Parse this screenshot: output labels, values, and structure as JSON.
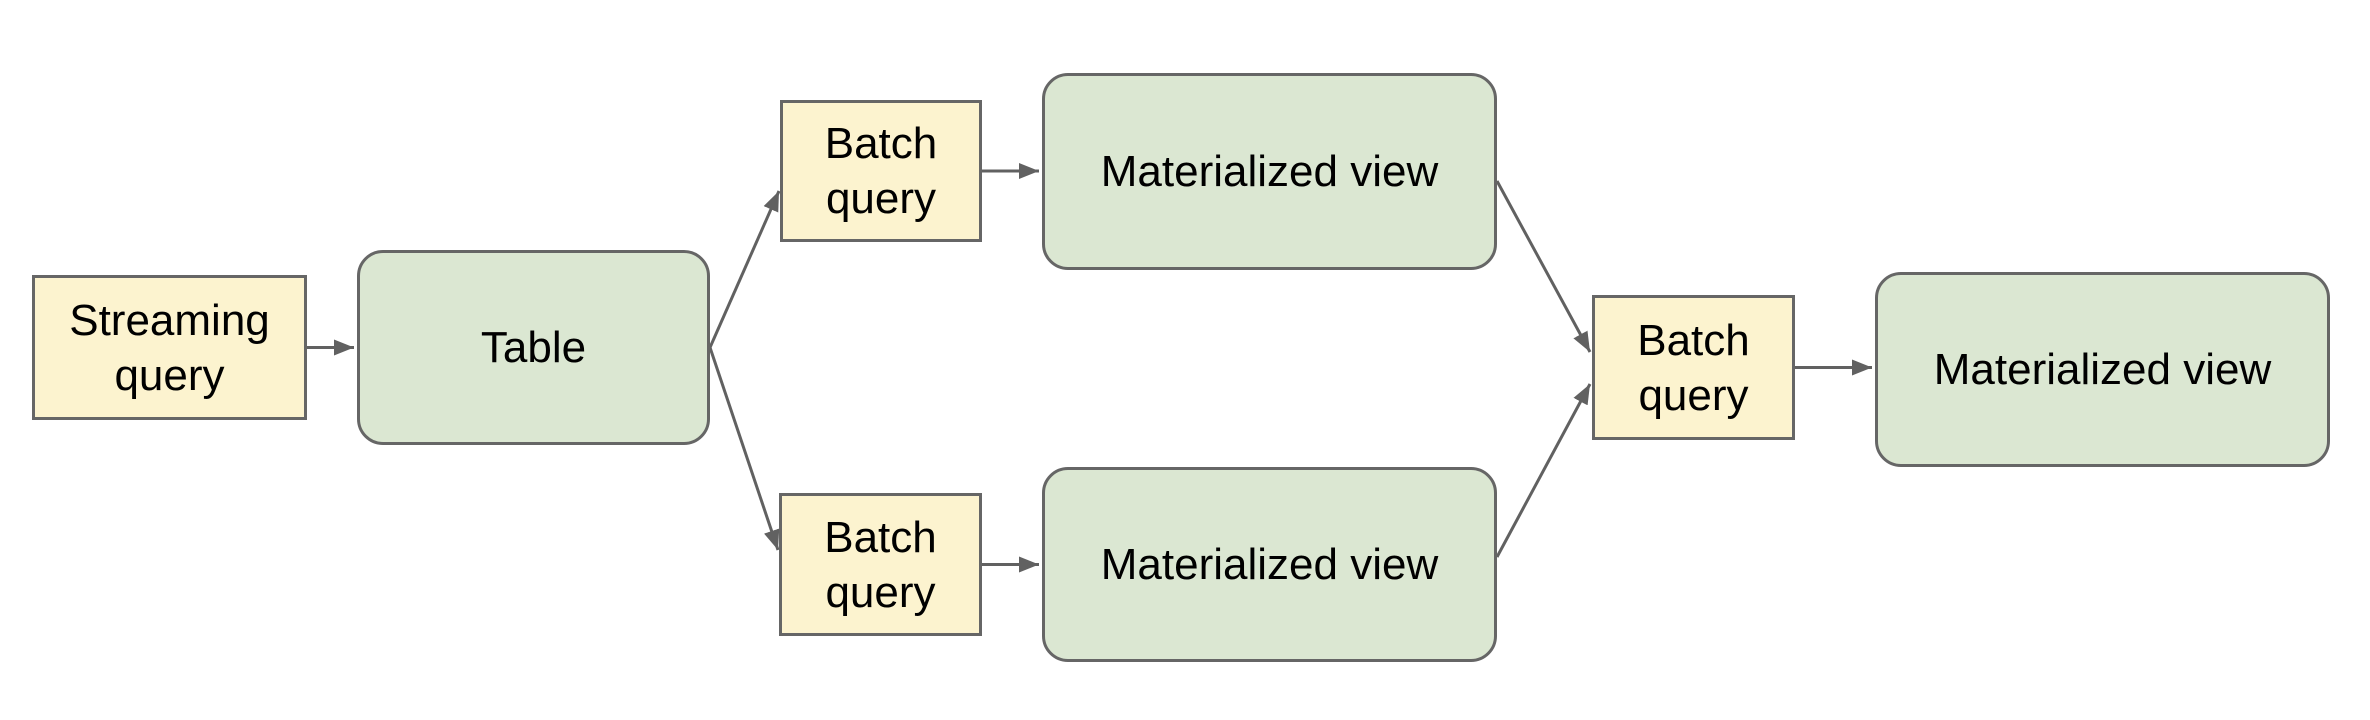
{
  "diagram": {
    "type": "flow-diagram",
    "colors": {
      "background": "#ffffff",
      "query_box_fill": "#fcf3cf",
      "storage_box_fill": "#dbe7d2",
      "outline": "#666666",
      "arrow": "#616161",
      "text": "#000000"
    },
    "nodes": [
      {
        "id": "streaming-query",
        "label": "Streaming query",
        "kind": "query-box"
      },
      {
        "id": "table",
        "label": "Table",
        "kind": "storage-box"
      },
      {
        "id": "batch-query-top",
        "label": "Batch query",
        "kind": "query-box"
      },
      {
        "id": "materialized-view-top",
        "label": "Materialized view",
        "kind": "storage-box"
      },
      {
        "id": "batch-query-bottom",
        "label": "Batch query",
        "kind": "query-box"
      },
      {
        "id": "materialized-view-bottom",
        "label": "Materialized view",
        "kind": "storage-box"
      },
      {
        "id": "batch-query-right",
        "label": "Batch query",
        "kind": "query-box"
      },
      {
        "id": "materialized-view-right",
        "label": "Materialized view",
        "kind": "storage-box"
      }
    ],
    "edges": [
      {
        "from": "streaming-query",
        "to": "table"
      },
      {
        "from": "table",
        "to": "batch-query-top"
      },
      {
        "from": "table",
        "to": "batch-query-bottom"
      },
      {
        "from": "batch-query-top",
        "to": "materialized-view-top"
      },
      {
        "from": "batch-query-bottom",
        "to": "materialized-view-bottom"
      },
      {
        "from": "materialized-view-top",
        "to": "batch-query-right"
      },
      {
        "from": "materialized-view-bottom",
        "to": "batch-query-right"
      },
      {
        "from": "batch-query-right",
        "to": "materialized-view-right"
      }
    ]
  }
}
